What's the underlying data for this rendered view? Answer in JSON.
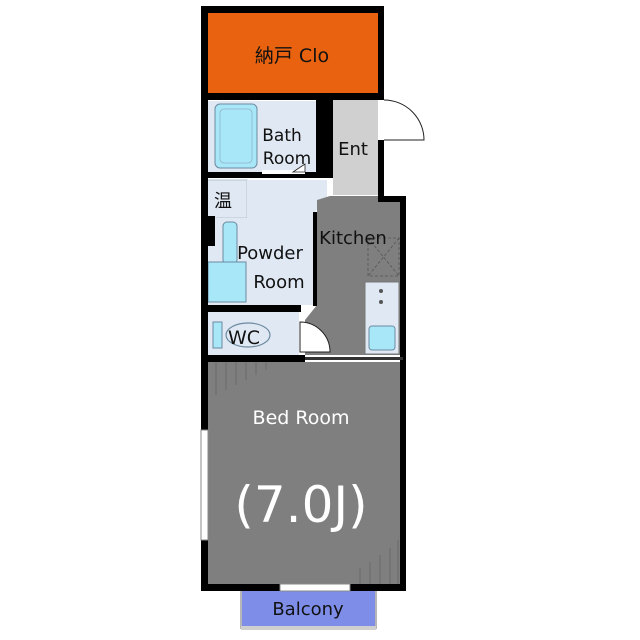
{
  "rooms": {
    "storage": "納戸 Clo",
    "bath_line1": "Bath",
    "bath_line2": "Room",
    "entrance": "Ent",
    "water_heater": "温",
    "kitchen": "Kitchen",
    "powder_line1": "Powder",
    "powder_line2": "Room",
    "wc": "WC",
    "bedroom": "Bed Room",
    "bedroom_size": "(7.0J)",
    "balcony": "Balcony"
  },
  "colors": {
    "wall": "#000000",
    "storage": "#e8620f",
    "wet_area": "#dfe8f3",
    "fixture": "#a7e7f7",
    "floor_dark": "#7f7f7f",
    "floor_light": "#d0d0d0",
    "balcony": "#7e8ee8",
    "flooring_line": "#6a6a6a"
  }
}
